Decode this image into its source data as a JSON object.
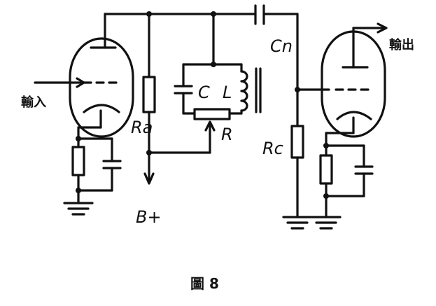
{
  "labels": {
    "input": "輸入",
    "output": "輸出",
    "ra": "Ra",
    "c": "C",
    "l": "L",
    "r": "R",
    "cn": "Cn",
    "rc": "Rc",
    "bplus": "B+"
  },
  "caption": "圖 8"
}
